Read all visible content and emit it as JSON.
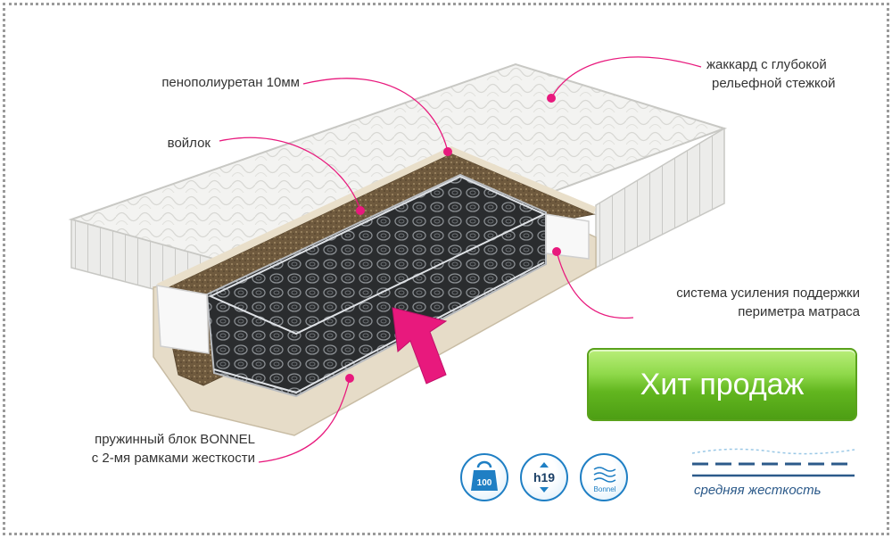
{
  "labels": {
    "foam": "пенополиуретан 10мм",
    "felt": "войлок",
    "jacquard_line1": "жаккард с глубокой",
    "jacquard_line2": "рельефной стежкой",
    "perimeter_line1": "система усиления поддержки",
    "perimeter_line2": "периметра матраса",
    "spring_line1": "пружинный блок BONNEL",
    "spring_line2": "с 2-мя рамками жесткости"
  },
  "cta": {
    "label": "Хит продаж"
  },
  "badges": {
    "weight": {
      "text": "100",
      "icon": "weight-icon"
    },
    "height": {
      "text": "h19",
      "icon": "height-icon"
    },
    "bonnel": {
      "text": "Bonnel",
      "icon": "spring-icon"
    }
  },
  "firmness": {
    "label": "средняя жесткость"
  },
  "colors": {
    "accent_pink": "#e8197d",
    "cta_green": "#62b61f",
    "badge_blue": "#1f7fc4",
    "firmness_blue": "#2c5a8a"
  }
}
